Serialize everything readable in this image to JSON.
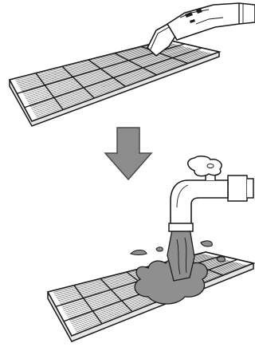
{
  "figure": {
    "steps": [
      {
        "name": "vacuum-filter-step",
        "icon": "vacuum-nozzle-icon"
      },
      {
        "name": "arrow-down",
        "icon": "arrow-down-icon"
      },
      {
        "name": "rinse-filter-step",
        "icon": "water-faucet-icon"
      }
    ],
    "colors": {
      "outline": "#1a1a1a",
      "filter_fill": "#ffffff",
      "filter_lines": "#555555",
      "arrow_fill": "#8c8c8c",
      "water_fill": "#8f8f8f",
      "nozzle_fill": "#ffffff"
    }
  }
}
